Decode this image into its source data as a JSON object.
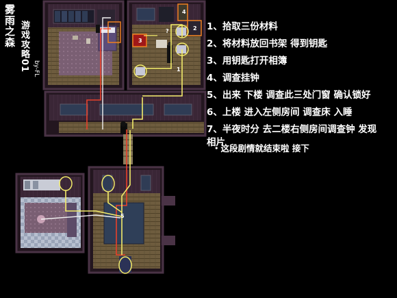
{
  "title": {
    "line1": "雾雨之森",
    "line2": "游戏攻略01",
    "author": "by-FL"
  },
  "steps": [
    "1、拾取三份材料",
    "2、将材料放回书架 得到钥匙",
    "3、用钥匙打开相簿",
    "4、调查挂钟",
    "5、出来 下楼 调查此三处门窗 确认锁好",
    "6、上楼 进入左侧房间 调查床 入睡",
    "7、半夜时分 去二楼右侧房间调查钟 发现",
    "相片"
  ],
  "note": "・这段剧情就结束啦 接下",
  "map_markers": {
    "number_1": "1",
    "number_2": "2",
    "number_3": "3",
    "number_4": "4",
    "number_5": "5",
    "question": "?"
  },
  "colors": {
    "route_yellow": "#f3ec6a",
    "route_red": "#e8402a",
    "route_white": "#f2f2f2",
    "marker_orange": "#f08020",
    "wall_purple": "#3a2636",
    "floor_wood": "#6b5a3c"
  }
}
